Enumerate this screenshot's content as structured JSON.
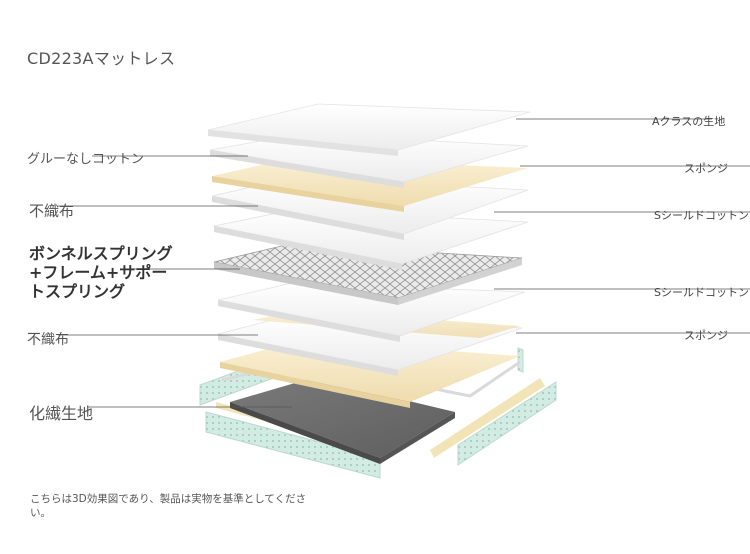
{
  "title": "CD223Aマットレス",
  "labels_left": [
    "グルーなしコットン",
    "不織布",
    "ボンネルスプリング +フレーム+サポートスプリング",
    "不織布",
    "化繊生地"
  ],
  "labels_right": [
    "Aクラスの生地",
    "スポンジ",
    "Sシールドコットン",
    "Sシールドコットン",
    "スポンジ"
  ],
  "note": "こちらは3D効果図であり、製品は実物を基準としてください。",
  "colors": {
    "white_layer": "#f4f4f4",
    "sponge_layer": "#f5e7c0",
    "spring_layer": "#d9d9d9",
    "base_fabric": "#6b6b6b",
    "side_panel": "#cfe9df",
    "leader_line": "#555555"
  }
}
